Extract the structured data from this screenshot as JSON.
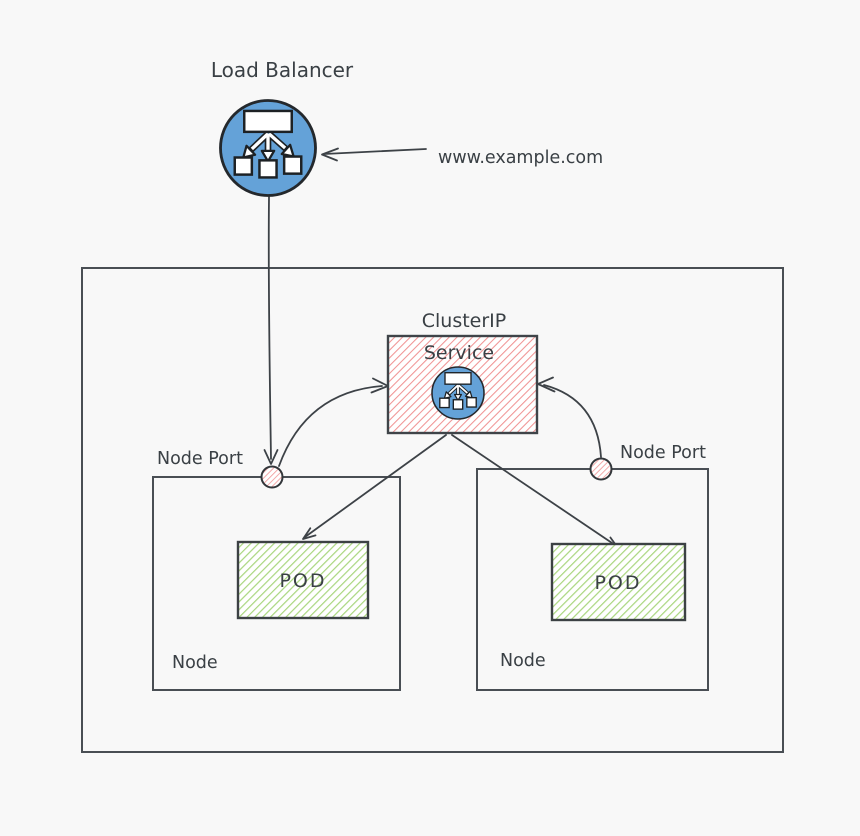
{
  "colors": {
    "background": "#f8f8f8",
    "ink": "#3a4045",
    "box_stroke": "#494e54",
    "arrow_stroke": "#3d4247",
    "blue_fill": "#64a2d8",
    "red_hatch": "#f09494",
    "green_hatch": "#a9d67e",
    "icon_white": "#ffffff"
  },
  "diagram": {
    "load_balancer": {
      "label": "Load Balancer"
    },
    "external_url": {
      "label": "www.example.com"
    },
    "cluster_ip": {
      "title": "ClusterIP",
      "service_label": "Service"
    },
    "left_node": {
      "label": "Node",
      "port_label": "Node Port",
      "pod": {
        "label": "POD"
      }
    },
    "right_node": {
      "label": "Node",
      "port_label": "Node Port",
      "pod": {
        "label": "POD"
      }
    }
  }
}
